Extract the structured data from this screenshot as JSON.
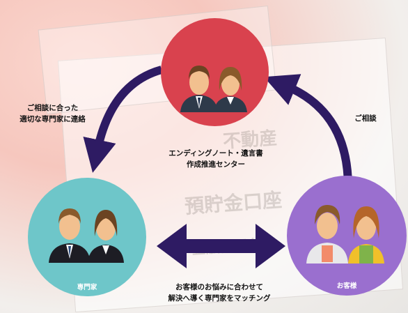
{
  "nodes": {
    "center": {
      "label_line1": "エンディングノート・遺言書",
      "label_line2": "作成推進センター",
      "color": "#d9424e"
    },
    "expert": {
      "label": "専門家",
      "color": "#6ec6c9"
    },
    "customer": {
      "label": "お客様",
      "color": "#9a6fcf"
    }
  },
  "edges": {
    "center_to_expert": {
      "line1": "ご相談に合った",
      "line2": "適切な専門家に連絡"
    },
    "customer_to_center": {
      "label": "ご相談"
    },
    "matching": {
      "line1": "お客様のお悩みに合わせて",
      "line2": "解決へ導く専門家をマッチング"
    }
  },
  "background_text": {
    "t1": "預貯金口座",
    "t2": "金融機関名",
    "t3": "不動産"
  },
  "colors": {
    "arrow": "#2e1b63"
  }
}
